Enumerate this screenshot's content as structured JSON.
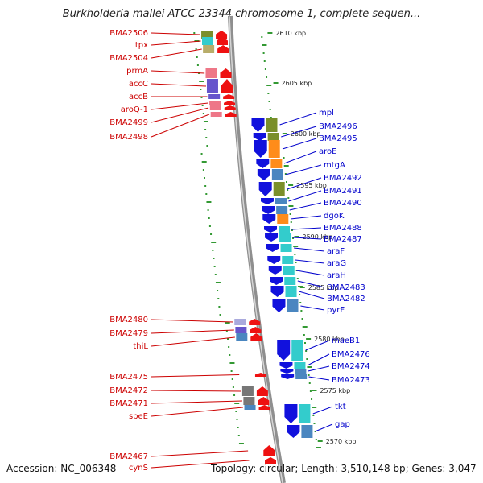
{
  "title": "Burkholderia mallei ATCC 23344 chromosome 1, complete sequen...",
  "footer": {
    "accession": "Accession: NC_006348",
    "topology": "Topology: circular; Length: 3,510,148 bp; Genes: 3,047"
  },
  "colors": {
    "backbone": "#8f8f8f",
    "forward_gene": "#ee1111",
    "reverse_gene": "#1111dd",
    "forward_label": "#cc0000",
    "reverse_label": "#0000cc",
    "dots": "#339933",
    "cog_olive": "#7a8f2a",
    "cog_cyan": "#33cccc",
    "cog_orange": "#ff8c1a",
    "cog_steel": "#4a86c0",
    "cog_pink": "#ee7788",
    "cog_purple": "#6655cc",
    "cog_khaki": "#b8ad6a",
    "cog_gray": "#777777",
    "cog_lavender": "#aaaadd"
  },
  "scale_ticks": [
    {
      "label": "2610 kbp",
      "kbp": 2610
    },
    {
      "label": "2605 kbp",
      "kbp": 2605
    },
    {
      "label": "2600 kbp",
      "kbp": 2600
    },
    {
      "label": "2595 kbp",
      "kbp": 2595
    },
    {
      "label": "2590 kbp",
      "kbp": 2590
    },
    {
      "label": "2585 kbp",
      "kbp": 2585
    },
    {
      "label": "2580 kbp",
      "kbp": 2580
    },
    {
      "label": "2575 kbp",
      "kbp": 2575
    },
    {
      "label": "2570 kbp",
      "kbp": 2570
    }
  ],
  "forward_genes": [
    {
      "label": "BMA2506",
      "cog": "cog_olive"
    },
    {
      "label": "tpx",
      "cog": "cog_cyan"
    },
    {
      "label": "BMA2504",
      "cog": "cog_khaki"
    },
    {
      "label": "prmA",
      "cog": "cog_pink"
    },
    {
      "label": "accC",
      "cog": "cog_purple"
    },
    {
      "label": "accB",
      "cog": "cog_purple"
    },
    {
      "label": "aroQ-1",
      "cog": "cog_pink"
    },
    {
      "label": "BMA2499",
      "cog": "cog_pink"
    },
    {
      "label": "BMA2498",
      "cog": "cog_pink"
    },
    {
      "label": "BMA2480",
      "cog": "cog_lavender"
    },
    {
      "label": "BMA2479",
      "cog": "cog_purple"
    },
    {
      "label": "thiL",
      "cog": "cog_steel"
    },
    {
      "label": "BMA2475",
      "cog": "none"
    },
    {
      "label": "BMA2472",
      "cog": "cog_gray"
    },
    {
      "label": "BMA2471",
      "cog": "cog_gray"
    },
    {
      "label": "speE",
      "cog": "cog_steel"
    },
    {
      "label": "BMA2467",
      "cog": "none"
    },
    {
      "label": "cynS",
      "cog": "none"
    }
  ],
  "reverse_genes": [
    {
      "label": "mpl",
      "cog": "cog_olive"
    },
    {
      "label": "BMA2496",
      "cog": "cog_olive"
    },
    {
      "label": "BMA2495",
      "cog": "cog_orange"
    },
    {
      "label": "aroE",
      "cog": "cog_orange"
    },
    {
      "label": "mtgA",
      "cog": "cog_steel"
    },
    {
      "label": "BMA2492",
      "cog": "cog_olive"
    },
    {
      "label": "BMA2491",
      "cog": "cog_steel"
    },
    {
      "label": "BMA2490",
      "cog": "cog_steel"
    },
    {
      "label": "dgoK",
      "cog": "cog_orange"
    },
    {
      "label": "BMA2488",
      "cog": "cog_cyan"
    },
    {
      "label": "BMA2487",
      "cog": "cog_cyan"
    },
    {
      "label": "araF",
      "cog": "cog_cyan"
    },
    {
      "label": "araG",
      "cog": "cog_cyan"
    },
    {
      "label": "araH",
      "cog": "cog_cyan"
    },
    {
      "label": "BMA2483",
      "cog": "cog_cyan"
    },
    {
      "label": "BMA2482",
      "cog": "cog_cyan"
    },
    {
      "label": "pyrF",
      "cog": "cog_steel"
    },
    {
      "label": "maeB1",
      "cog": "cog_cyan"
    },
    {
      "label": "BMA2476",
      "cog": "cog_cyan"
    },
    {
      "label": "BMA2474",
      "cog": "cog_steel"
    },
    {
      "label": "BMA2473",
      "cog": "cog_steel"
    },
    {
      "label": "tkt",
      "cog": "cog_cyan"
    },
    {
      "label": "gap",
      "cog": "cog_steel"
    }
  ]
}
